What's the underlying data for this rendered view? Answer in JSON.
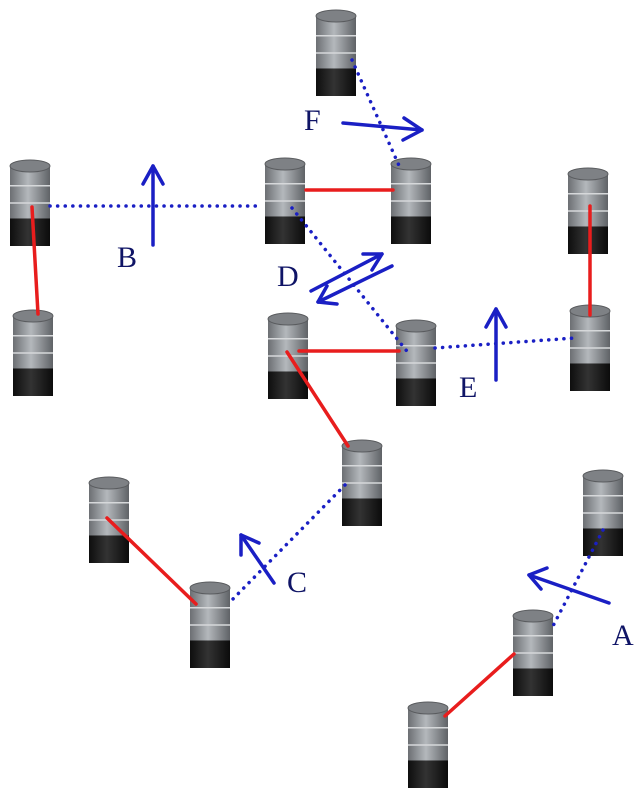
{
  "diagram": {
    "colors": {
      "solid_link": "#e81d1d",
      "dotted_link": "#1a1fc4",
      "arrow": "#1a1fc4",
      "label": "#0f1466",
      "drum_top": "#8a8c8f",
      "drum_body": "#9ea2a6",
      "drum_base": "#1c1c1c"
    },
    "labels": {
      "a": "A",
      "b": "B",
      "c": "C",
      "d": "D",
      "e": "E",
      "f": "F"
    }
  }
}
